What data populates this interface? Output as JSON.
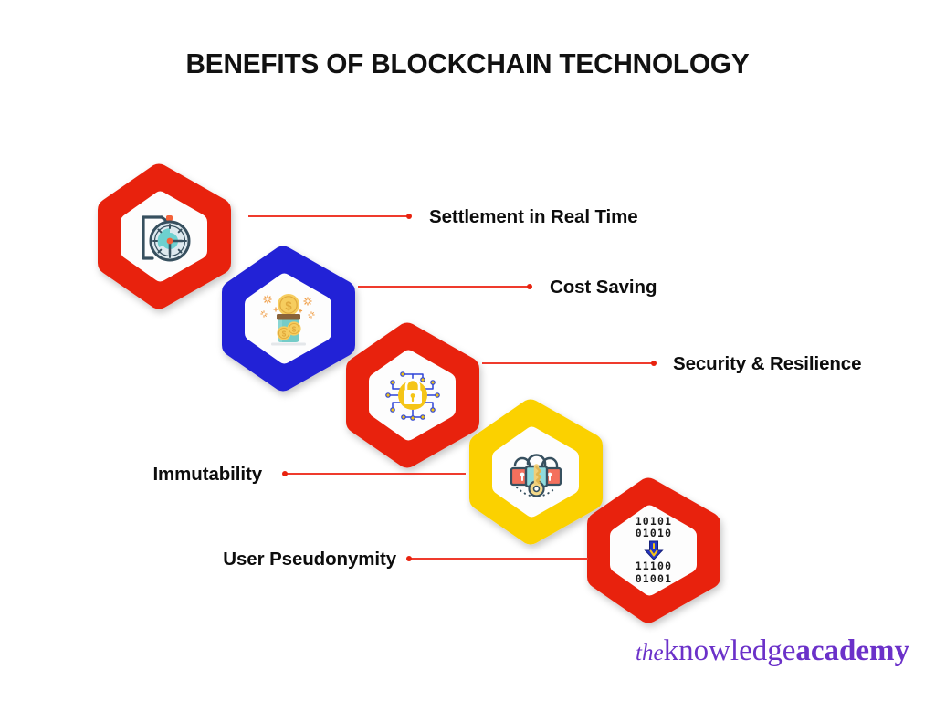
{
  "page": {
    "title": "BENEFITS OF BLOCKCHAIN TECHNOLOGY",
    "background": "#ffffff"
  },
  "colors": {
    "red": "#e8230f",
    "blue": "#2424d6",
    "yellow": "#fbd102",
    "connector": "#ef3b2d",
    "label_text": "#0d0d0d",
    "logo_purple": "#6b31c9"
  },
  "items": [
    {
      "id": "settlement",
      "label": "Settlement in Real Time",
      "hex_color": "#e8230f",
      "icon": "stopwatch-icon",
      "label_side": "right"
    },
    {
      "id": "cost-saving",
      "label": "Cost Saving",
      "hex_color": "#2424d6",
      "icon": "savings-jar-icon",
      "label_side": "right"
    },
    {
      "id": "security",
      "label": "Security & Resilience",
      "hex_color": "#e8230f",
      "icon": "cyber-padlock-icon",
      "label_side": "right"
    },
    {
      "id": "immutability",
      "label": "Immutability",
      "hex_color": "#fbd102",
      "icon": "locks-key-icon",
      "label_side": "left"
    },
    {
      "id": "user-pseudonymity",
      "label": "User Pseudonymity",
      "hex_color": "#e8230f",
      "icon": "binary-arrow-icon",
      "label_side": "left"
    }
  ],
  "binary_icon": {
    "row1": "10101",
    "row2": "01010",
    "row3": "11100",
    "row4": "01001"
  },
  "logo": {
    "the": "the",
    "knowledge": "knowledge",
    "academy": "academy"
  }
}
